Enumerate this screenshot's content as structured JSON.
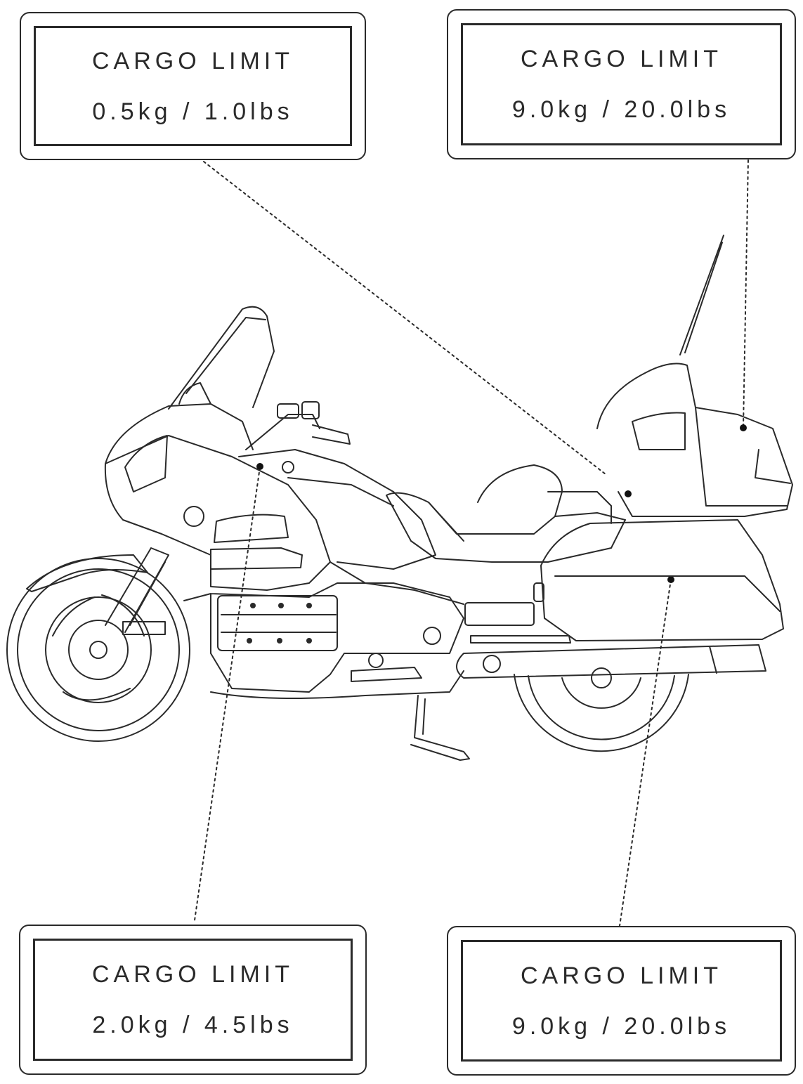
{
  "colors": {
    "ink": "#2a2a2a",
    "paper": "#ffffff"
  },
  "labels": [
    {
      "id": "top-left",
      "title": "CARGO LIMIT",
      "value": "0.5kg / 1.0lbs"
    },
    {
      "id": "top-right",
      "title": "CARGO LIMIT",
      "value": "9.0kg / 20.0lbs"
    },
    {
      "id": "bottom-left",
      "title": "CARGO LIMIT",
      "value": "2.0kg / 4.5lbs"
    },
    {
      "id": "bottom-right",
      "title": "CARGO LIMIT",
      "value": "9.0kg / 20.0lbs"
    }
  ]
}
